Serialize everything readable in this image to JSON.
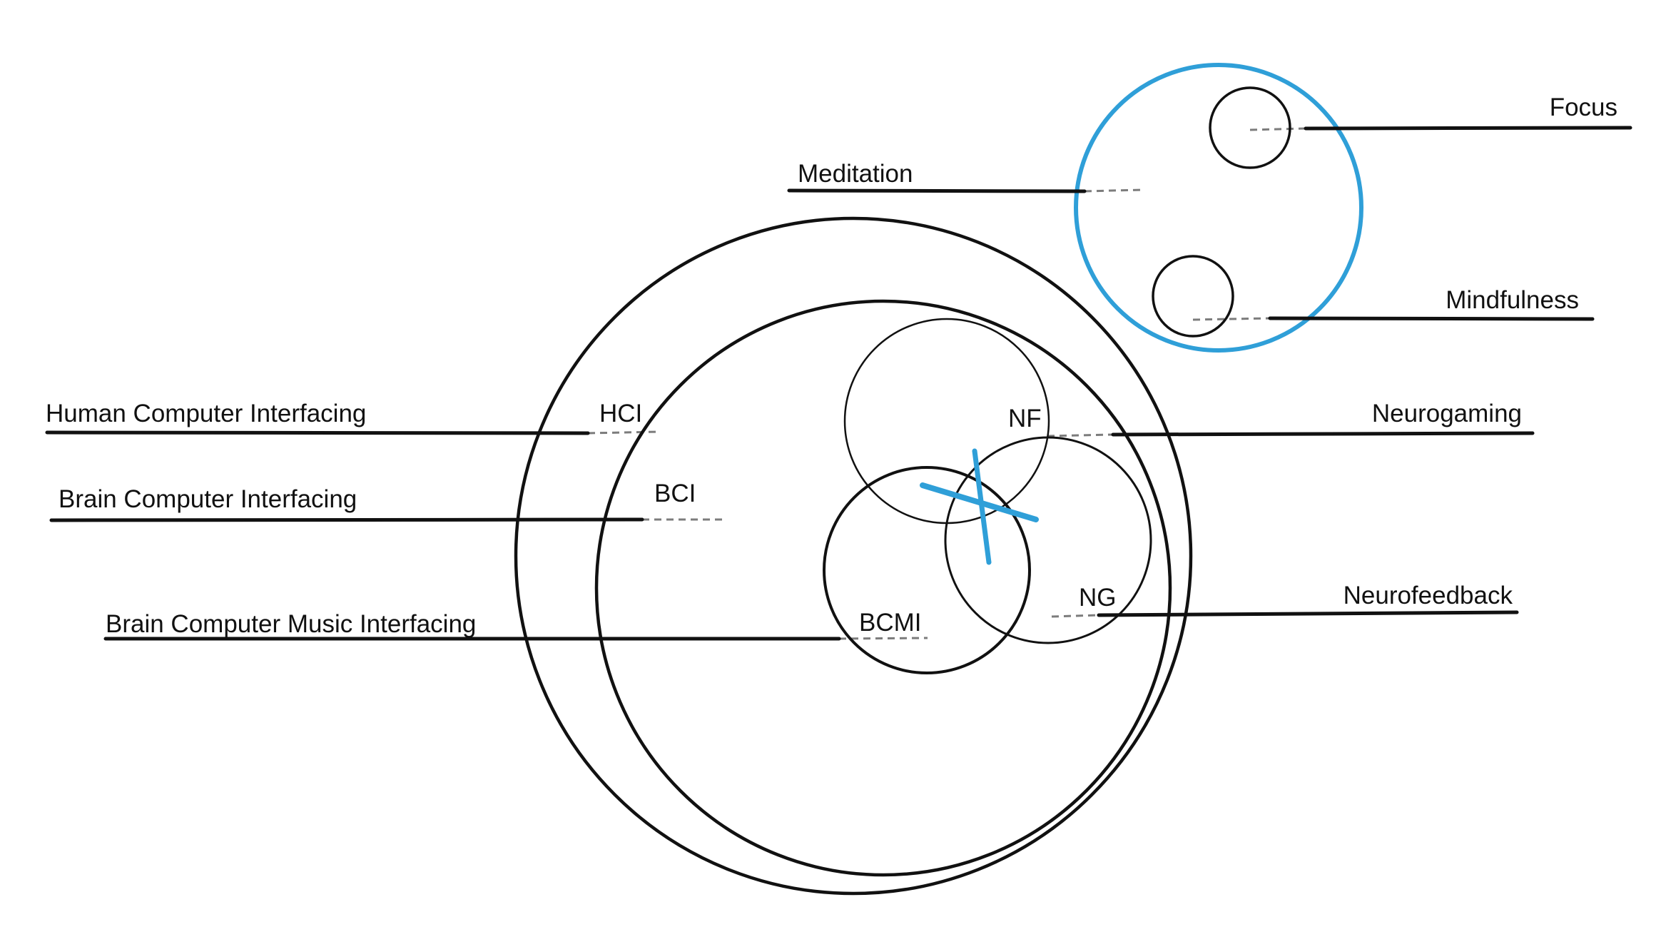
{
  "labels": {
    "focus": "Focus",
    "meditation": "Meditation",
    "mindfulness": "Mindfulness",
    "hci_full": "Human Computer Interfacing",
    "hci_abbr": "HCI",
    "neurogaming_full": "Neurogaming",
    "nf_abbr": "NF",
    "bci_full": "Brain Computer Interfacing",
    "bci_abbr": "BCI",
    "bcmi_full": "Brain Computer Music Interfacing",
    "bcmi_abbr": "BCMI",
    "ng_abbr": "NG",
    "neurofeedback_full": "Neurofeedback"
  },
  "colors": {
    "ink": "#111111",
    "accent": "#2f9fd8",
    "background": "#ffffff"
  }
}
